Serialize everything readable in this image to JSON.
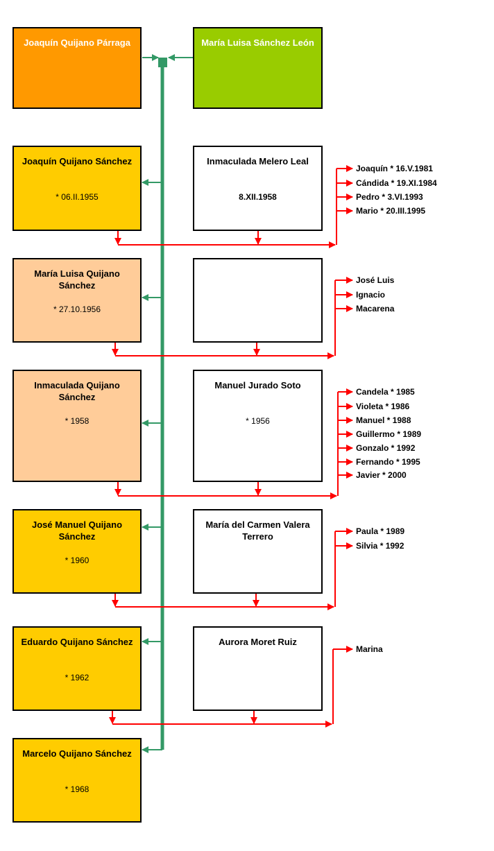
{
  "colors": {
    "parent_line": "#339966",
    "child_line": "#ff0000",
    "father_box": "#ff9900",
    "mother_box": "#99cc00",
    "son_box": "#ffcc00",
    "daughter_box": "#ffcc99"
  },
  "parents": {
    "father": "Joaquín Quijano Párraga",
    "mother": "María Luisa Sánchez León"
  },
  "families": [
    {
      "child": {
        "name": "Joaquín Quijano Sánchez",
        "date": "* 06.II.1955"
      },
      "spouse": {
        "name": "Inmaculada Melero Leal",
        "date": "8.XII.1958"
      },
      "children": [
        "Joaquín  * 16.V.1981",
        "Cándida  * 19.XI.1984",
        "Pedro * 3.VI.1993",
        "Mario  * 20.III.1995"
      ]
    },
    {
      "child": {
        "name": "María Luisa Quijano Sánchez",
        "date": "* 27.10.1956"
      },
      "spouse": {
        "name": "",
        "date": ""
      },
      "children": [
        "José Luis",
        "Ignacio",
        "Macarena"
      ]
    },
    {
      "child": {
        "name": "Inmaculada Quijano Sánchez",
        "date": "* 1958"
      },
      "spouse": {
        "name": "Manuel Jurado Soto",
        "date": "* 1956"
      },
      "children": [
        "Candela  * 1985",
        "Violeta  * 1986",
        "Manuel  * 1988",
        "Guillermo  * 1989",
        "Gonzalo  * 1992",
        "Fernando  * 1995",
        "Javier * 2000"
      ]
    },
    {
      "child": {
        "name": "José Manuel Quijano Sánchez",
        "date": "* 1960"
      },
      "spouse": {
        "name": "María del Carmen Valera Terrero",
        "date": ""
      },
      "children": [
        "Paula * 1989",
        "Silvia * 1992"
      ]
    },
    {
      "child": {
        "name": "Eduardo Quijano Sánchez",
        "date": "* 1962"
      },
      "spouse": {
        "name": "Aurora Moret Ruiz",
        "date": ""
      },
      "children": [
        "Marina"
      ]
    },
    {
      "child": {
        "name": "Marcelo Quijano Sánchez",
        "date": "* 1968"
      }
    }
  ]
}
